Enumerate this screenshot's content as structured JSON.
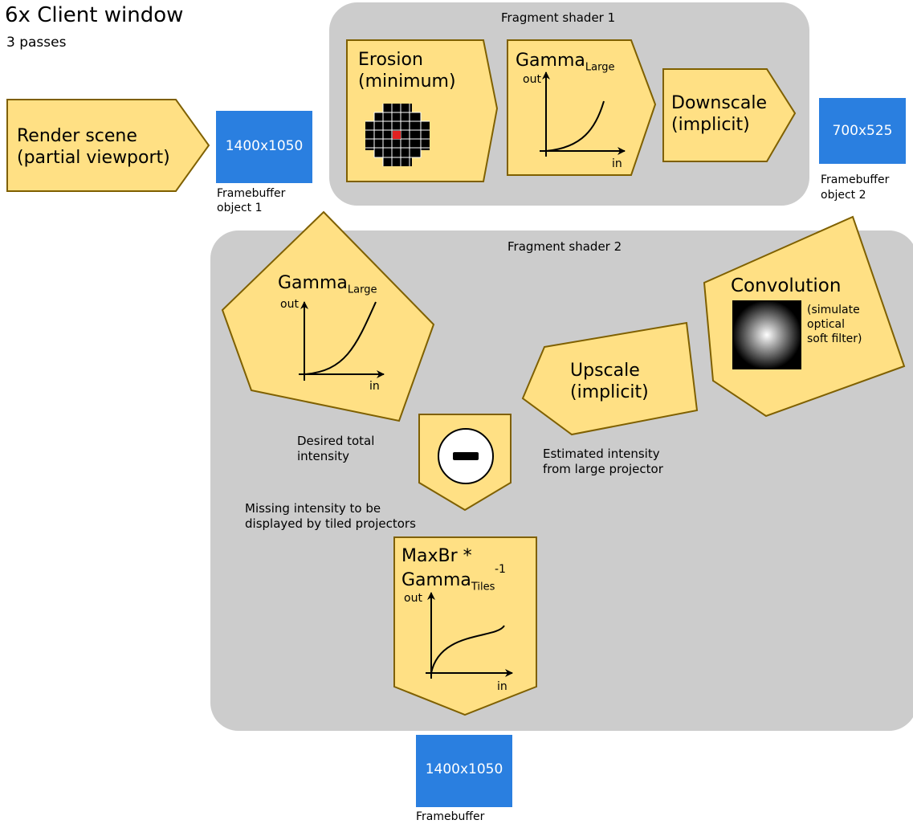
{
  "header": {
    "title": "6x Client window",
    "subtitle": "3 passes"
  },
  "colors": {
    "node_fill": "#FFE084",
    "node_stroke": "#7F6000",
    "group_fill": "#CCCCCC",
    "framebuffer_fill": "#2A7FE0"
  },
  "render_scene": {
    "line1": "Render scene",
    "line2": "(partial viewport)"
  },
  "fbo1": {
    "size": "1400x1050",
    "caption_line1": "Framebuffer",
    "caption_line2": "object 1"
  },
  "fbo2": {
    "size": "700x525",
    "caption_line1": "Framebuffer",
    "caption_line2": "object 2"
  },
  "fb_final": {
    "size": "1400x1050",
    "caption": "Framebuffer"
  },
  "shader1": {
    "label": "Fragment shader 1",
    "erosion": {
      "line1": "Erosion",
      "line2": "(minimum)"
    },
    "gamma": {
      "base": "Gamma",
      "sub": "Large",
      "out": "out",
      "in": "in"
    },
    "downscale": {
      "line1": "Downscale",
      "line2": "(implicit)"
    }
  },
  "shader2": {
    "label": "Fragment shader 2",
    "gamma": {
      "base": "Gamma",
      "sub": "Large",
      "out": "out",
      "in": "in"
    },
    "convolution": {
      "title": "Convolution",
      "note1": "(simulate",
      "note2": "optical",
      "note3": "soft filter)"
    },
    "upscale": {
      "line1": "Upscale",
      "line2": "(implicit)"
    },
    "desired": {
      "line1": "Desired total",
      "line2": "intensity"
    },
    "estimated": {
      "line1": "Estimated intensity",
      "line2": "from large projector"
    },
    "missing": {
      "line1": "Missing intensity to be",
      "line2": "displayed by tiled projectors"
    },
    "maxbr": {
      "line1": "MaxBr *",
      "base": "Gamma",
      "sub": "Tiles",
      "sup": "-1",
      "out": "out",
      "in": "in"
    }
  }
}
